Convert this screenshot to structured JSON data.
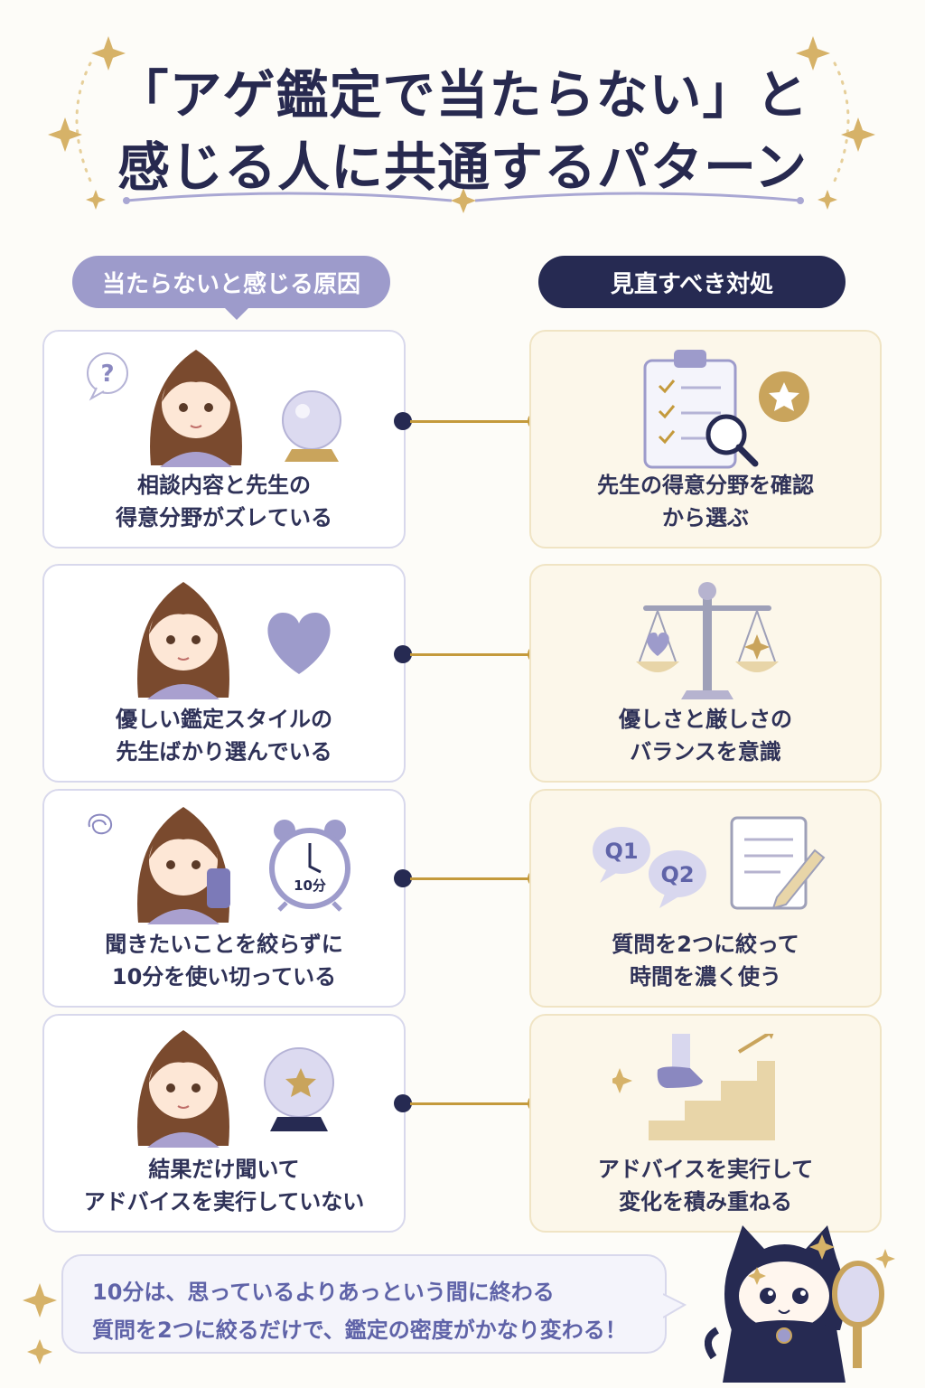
{
  "title": {
    "line1": "「アゲ鑑定で当たらない」と",
    "line2": "感じる人に共通するパターン"
  },
  "headers": {
    "cause": "当たらないと感じる原因",
    "fix": "見直すべき対処"
  },
  "rows": [
    {
      "cause": [
        "相談内容と先生の",
        "得意分野がズレている"
      ],
      "fix": [
        "先生の得意分野を確認",
        "から選ぶ"
      ]
    },
    {
      "cause": [
        "優しい鑑定スタイルの",
        "先生ばかり選んでいる"
      ],
      "fix": [
        "優しさと厳しさの",
        "バランスを意識"
      ]
    },
    {
      "cause": [
        "聞きたいことを絞らずに",
        "10分を使い切っている"
      ],
      "fix": [
        "質問を2つに絞って",
        "時間を濃く使う"
      ]
    },
    {
      "cause": [
        "結果だけ聞いて",
        "アドバイスを実行していない"
      ],
      "fix": [
        "アドバイスを実行して",
        "変化を積み重ねる"
      ]
    }
  ],
  "icons": {
    "question_mark": "?",
    "q1": "Q1",
    "q2": "Q2",
    "clock_label": "10分"
  },
  "footer": {
    "line1": "10分は、思っているよりあっという間に終わる",
    "line2": "質問を2つに絞るだけで、鑑定の密度がかなり変わる！"
  },
  "colors": {
    "navy": "#262a52",
    "lavender": "#9d9bcb",
    "gold": "#c49a3c",
    "cream": "#fcf7ea"
  }
}
